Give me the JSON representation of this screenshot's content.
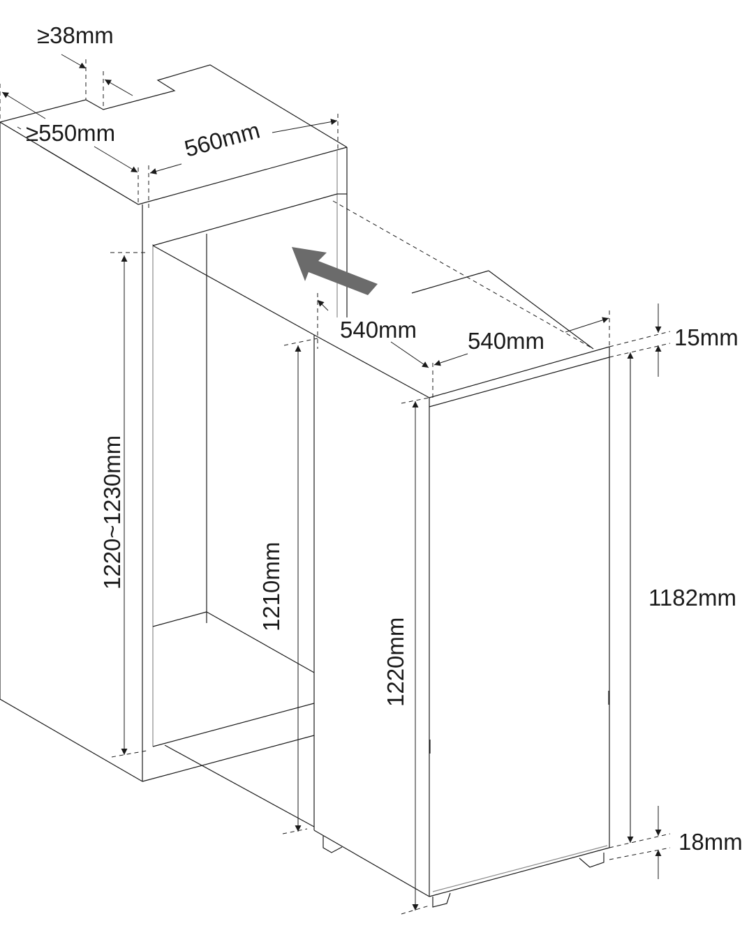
{
  "diagram": {
    "title": "Built-in appliance installation dimensions",
    "colors": {
      "line": "#1a1a1a",
      "construction_line": "#8a8a8a",
      "push_arrow": "#6b6b6b",
      "background": "#ffffff"
    },
    "cabinet": {
      "vent_gap": "≥38mm",
      "depth": "≥550mm",
      "width": "560mm",
      "height": "1220~1230mm"
    },
    "appliance": {
      "depth": "540mm",
      "width": "540mm",
      "height_total": "1220mm",
      "height_body": "1210mm",
      "door_height": "1182mm",
      "top_gap": "15mm",
      "bottom_gap": "18mm"
    },
    "icons": {
      "push_arrow": "insert-direction-arrow"
    }
  }
}
